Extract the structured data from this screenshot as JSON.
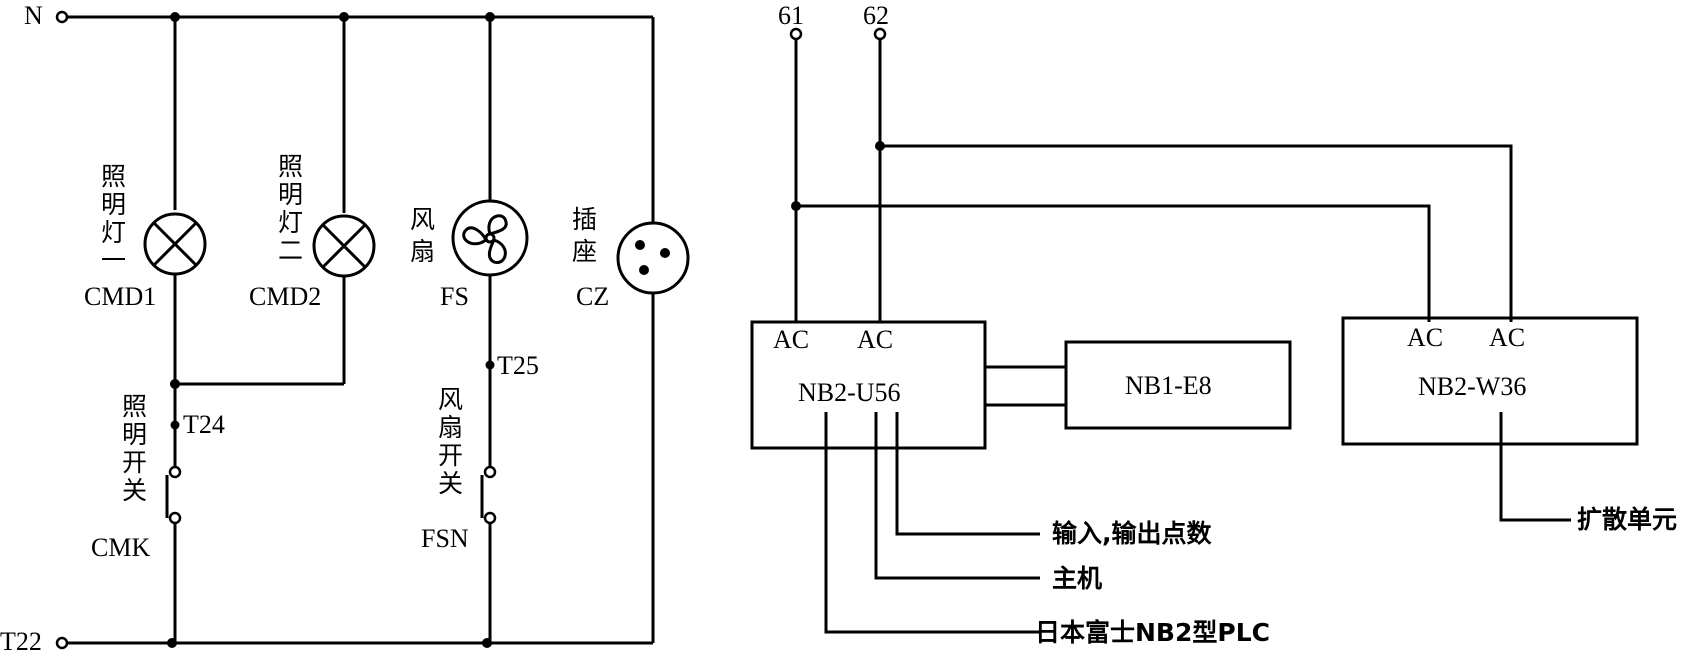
{
  "left_circuit": {
    "terminals": {
      "n": "N",
      "t22": "T22",
      "t24": "T24",
      "t25": "T25"
    },
    "lamp1": {
      "label_cn": [
        "照",
        "明",
        "灯",
        "一"
      ],
      "code": "CMD1"
    },
    "lamp2": {
      "label_cn": [
        "照",
        "明",
        "灯",
        "二"
      ],
      "code": "CMD2"
    },
    "fan": {
      "label_cn": [
        "风",
        "扇"
      ],
      "code": "FS"
    },
    "socket": {
      "label_cn": [
        "插",
        "座"
      ],
      "code": "CZ"
    },
    "light_switch": {
      "label_cn": [
        "照",
        "明",
        "开",
        "关"
      ],
      "code": "CMK"
    },
    "fan_switch": {
      "label_cn": [
        "风",
        "扇",
        "开",
        "关"
      ],
      "code": "FSN"
    }
  },
  "right_diagram": {
    "terminals": {
      "t61": "61",
      "t62": "62"
    },
    "main_unit": {
      "ac1": "AC",
      "ac2": "AC",
      "model": "NB2-U56"
    },
    "io_unit": {
      "model": "NB1-E8"
    },
    "ext_unit": {
      "ac1": "AC",
      "ac2": "AC",
      "model": "NB2-W36"
    },
    "callouts": {
      "io_points": "输入,输出点数",
      "host": "主机",
      "plc": "日本富士NB2型PLC",
      "expansion": "扩散单元"
    }
  }
}
